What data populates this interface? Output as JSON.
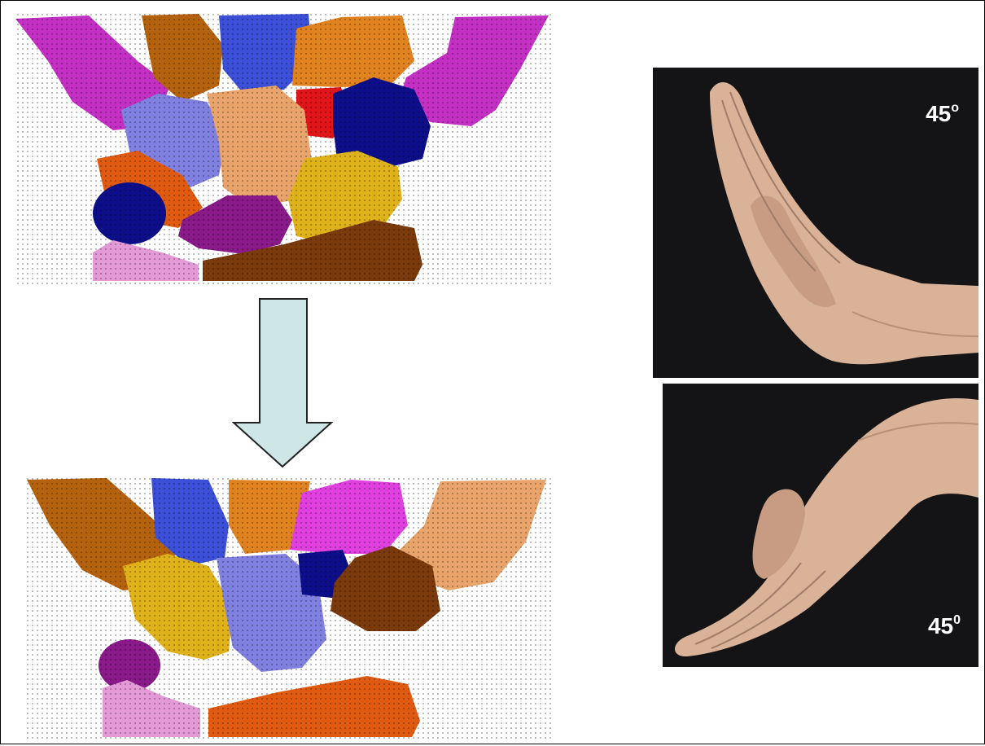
{
  "figure": {
    "top_photo": {
      "angle_value": "45",
      "angle_symbol": "o"
    },
    "bottom_photo": {
      "angle_value": "45",
      "angle_symbol": "0"
    }
  },
  "colors": {
    "magenta": "#c42fc4",
    "hot_pink": "#e040e0",
    "brown_orange": "#b5620f",
    "orange": "#e0821f",
    "blue": "#3b4fd8",
    "navy": "#0d0f8a",
    "red": "#e0151a",
    "tan": "#e8a46a",
    "lavender": "#8080e0",
    "dark_orange": "#e05a10",
    "gold": "#e0b21a",
    "purple": "#8a1a8a",
    "light_pink": "#e39ad6",
    "dark_brown": "#7a3a0c",
    "arrow_fill": "#cfe6e6",
    "photo_background": "#141416",
    "skin": "#d9b298"
  },
  "icons": {
    "mesh_top": "carpal-bones-mesh-icon",
    "mesh_bottom": "carpal-bones-mesh-icon",
    "arrow": "arrow-down-icon",
    "hand_top": "hand-extension-icon",
    "hand_bottom": "hand-flexion-icon"
  }
}
